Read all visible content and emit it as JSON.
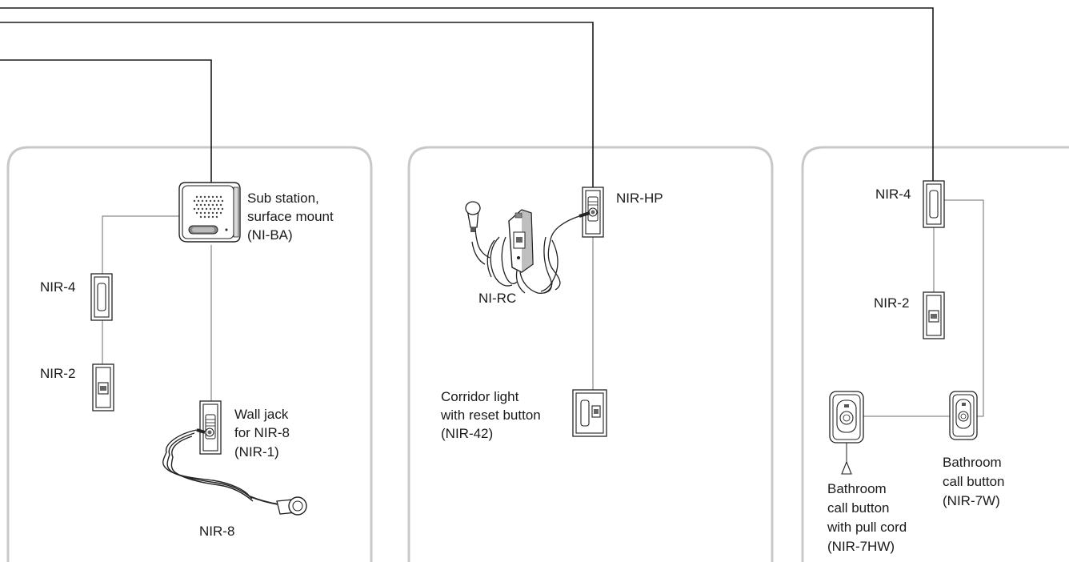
{
  "rooms": [
    {
      "devices": {
        "sub_station_line1": "Sub station,",
        "sub_station_line2": "surface mount",
        "sub_station_line3": "(NI-BA)",
        "nir4": "NIR-4",
        "nir2": "NIR-2",
        "wall_jack_line1": "Wall jack",
        "wall_jack_line2": "for NIR-8",
        "wall_jack_line3": "(NIR-1)",
        "nir8": "NIR-8"
      }
    },
    {
      "devices": {
        "nir_hp": "NIR-HP",
        "ni_rc": "NI-RC",
        "corridor_line1": "Corridor light",
        "corridor_line2": "with reset button",
        "corridor_line3": "(NIR-42)"
      }
    },
    {
      "devices": {
        "nir4": "NIR-4",
        "nir2": "NIR-2",
        "bath_cord_line1": "Bathroom",
        "bath_cord_line2": "call button",
        "bath_cord_line3": "with pull cord",
        "bath_cord_line4": "(NIR-7HW)",
        "bath_btn_line1": "Bathroom",
        "bath_btn_line2": "call button",
        "bath_btn_line3": "(NIR-7W)"
      }
    }
  ]
}
